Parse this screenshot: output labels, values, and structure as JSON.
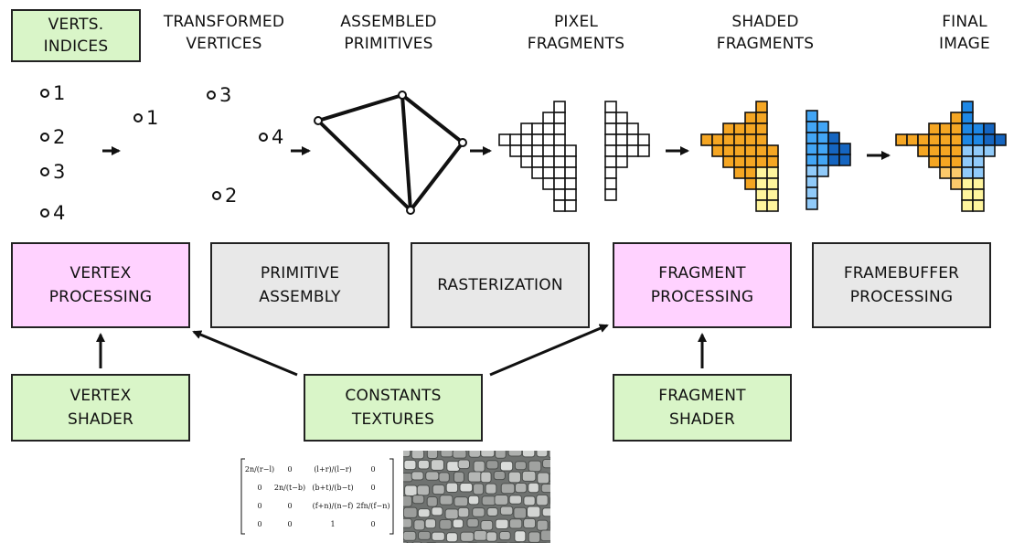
{
  "stages": [
    {
      "line1": "VERTS.",
      "line2": "INDICES"
    },
    {
      "line1": "TRANSFORMED",
      "line2": "VERTICES"
    },
    {
      "line1": "ASSEMBLED",
      "line2": "PRIMITIVES"
    },
    {
      "line1": "PIXEL",
      "line2": "FRAGMENTS"
    },
    {
      "line1": "SHADED",
      "line2": "FRAGMENTS"
    },
    {
      "line1": "FINAL",
      "line2": "IMAGE"
    }
  ],
  "pipeline": [
    {
      "line1": "VERTEX",
      "line2": "PROCESSING"
    },
    {
      "line1": "PRIMITIVE",
      "line2": "ASSEMBLY"
    },
    {
      "line1": "RASTERIZATION",
      "line2": ""
    },
    {
      "line1": "FRAGMENT",
      "line2": "PROCESSING"
    },
    {
      "line1": "FRAMEBUFFER",
      "line2": "PROCESSING"
    }
  ],
  "inputs": [
    {
      "line1": "VERTEX",
      "line2": "SHADER"
    },
    {
      "line1": "CONSTANTS",
      "line2": "TEXTURES"
    },
    {
      "line1": "FRAGMENT",
      "line2": "SHADER"
    }
  ],
  "vertex_labels": [
    "1",
    "2",
    "3",
    "4"
  ],
  "transformed_labels": [
    "1",
    "2",
    "3",
    "4"
  ],
  "matrix": {
    "rows": [
      [
        "2n/(r−l)",
        "0",
        "(l+r)/(l−r)",
        "0"
      ],
      [
        "0",
        "2n/(t−b)",
        "(b+t)/(b−t)",
        "0"
      ],
      [
        "0",
        "0",
        "(f+n)/(n−f)",
        "2fn/(f−n)"
      ],
      [
        "0",
        "0",
        "1",
        "0"
      ]
    ]
  },
  "colors": {
    "green": "#d9f5c8",
    "pink": "#ffd2ff",
    "grey": "#e8e8e8",
    "orange": "#f5a623",
    "blue_dark": "#1565c0",
    "blue_light": "#90caf9",
    "yellow": "#fff59d"
  }
}
